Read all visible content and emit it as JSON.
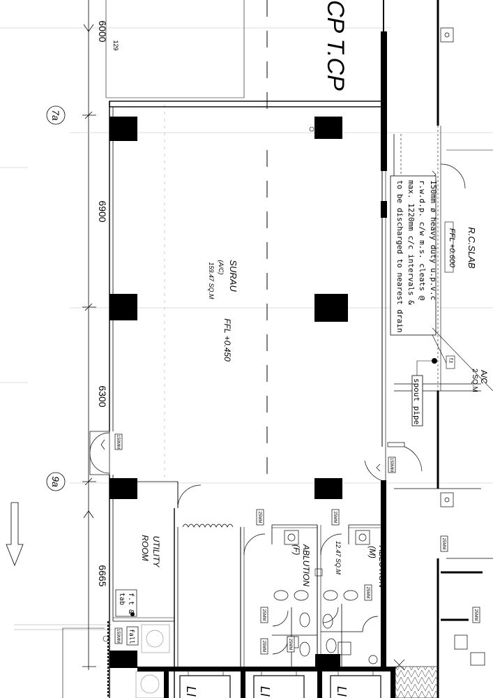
{
  "labels": {
    "carpark_top": "CP T.CP",
    "grid_7a": "7a",
    "grid_9a": "9a",
    "dim_6000": "6000",
    "dim_129": "129",
    "dim_6900": "6900",
    "dim_6300": "6300",
    "dim_6665": "6665",
    "surau_name": "SURAU",
    "surau_ac": "(A/C)",
    "surau_area": "159.47 SQ.M",
    "surau_ffl": "FFL +0.450",
    "rc_slab": "R.C.SLAB",
    "rc_ffl": "FFL +0.600",
    "note_line1": "150mm ø heavy duty u.p.v.c",
    "note_line2": "r.w.d.p. c/w m.s. cleats @",
    "note_line3": "max. 1220mm c/c intervals &",
    "note_line4": "to be discharged to nearest drain",
    "spout_pipe": "spout pipe",
    "ac_label": "A/C",
    "ac_area": "2 SQ.M",
    "fl_tag": "f.t",
    "utility_room_1": "UTILITY",
    "utility_room_2": "ROOM",
    "ft_tab_1": "f.t &",
    "ft_tab_2": "tab",
    "fall": "fall",
    "ablution_f": "ABLUTION",
    "ablution_f_sub": "(F)",
    "ablution_m": "ABLUTION",
    "ablution_m_sub": "(M)",
    "ablution_area": "12.47 SQ.M",
    "tag_150": "150MM",
    "tag_25": "25MM",
    "lift": "LI"
  }
}
